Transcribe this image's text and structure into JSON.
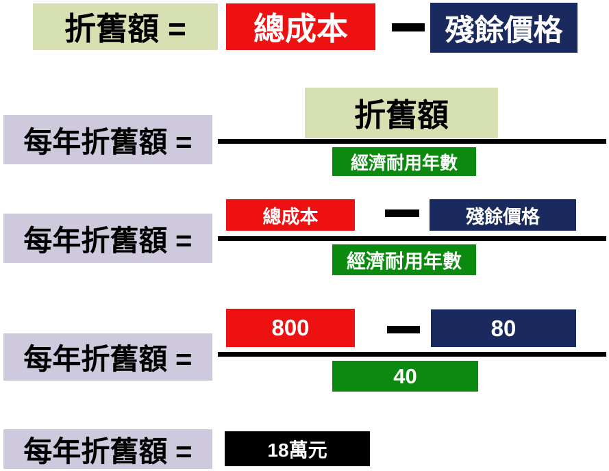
{
  "colors": {
    "light_green_box": "#d6e0b3",
    "red_box": "#ee1111",
    "navy_box": "#1a2a5e",
    "lavender_box": "#cfc9dd",
    "green_box": "#0c8a10",
    "black_box": "#000000",
    "fraction_line": "#000000",
    "background": "#ffffff"
  },
  "formula_definition": {
    "label": "折舊額 =",
    "total_cost": "總成本",
    "minus": "—",
    "residual_value": "殘餘價格"
  },
  "formula_annual": {
    "label": "每年折舊額 =",
    "numerator": "折舊額",
    "denominator": "經濟耐用年數"
  },
  "formula_expanded": {
    "label": "每年折舊額 =",
    "total_cost": "總成本",
    "minus": "—",
    "residual_value": "殘餘價格",
    "denominator": "經濟耐用年數"
  },
  "formula_numeric": {
    "label": "每年折舊額 =",
    "total_cost": "800",
    "minus": "—",
    "residual_value": "80",
    "denominator": "40"
  },
  "formula_result": {
    "label": "每年折舊額 =",
    "result": "18萬元"
  }
}
